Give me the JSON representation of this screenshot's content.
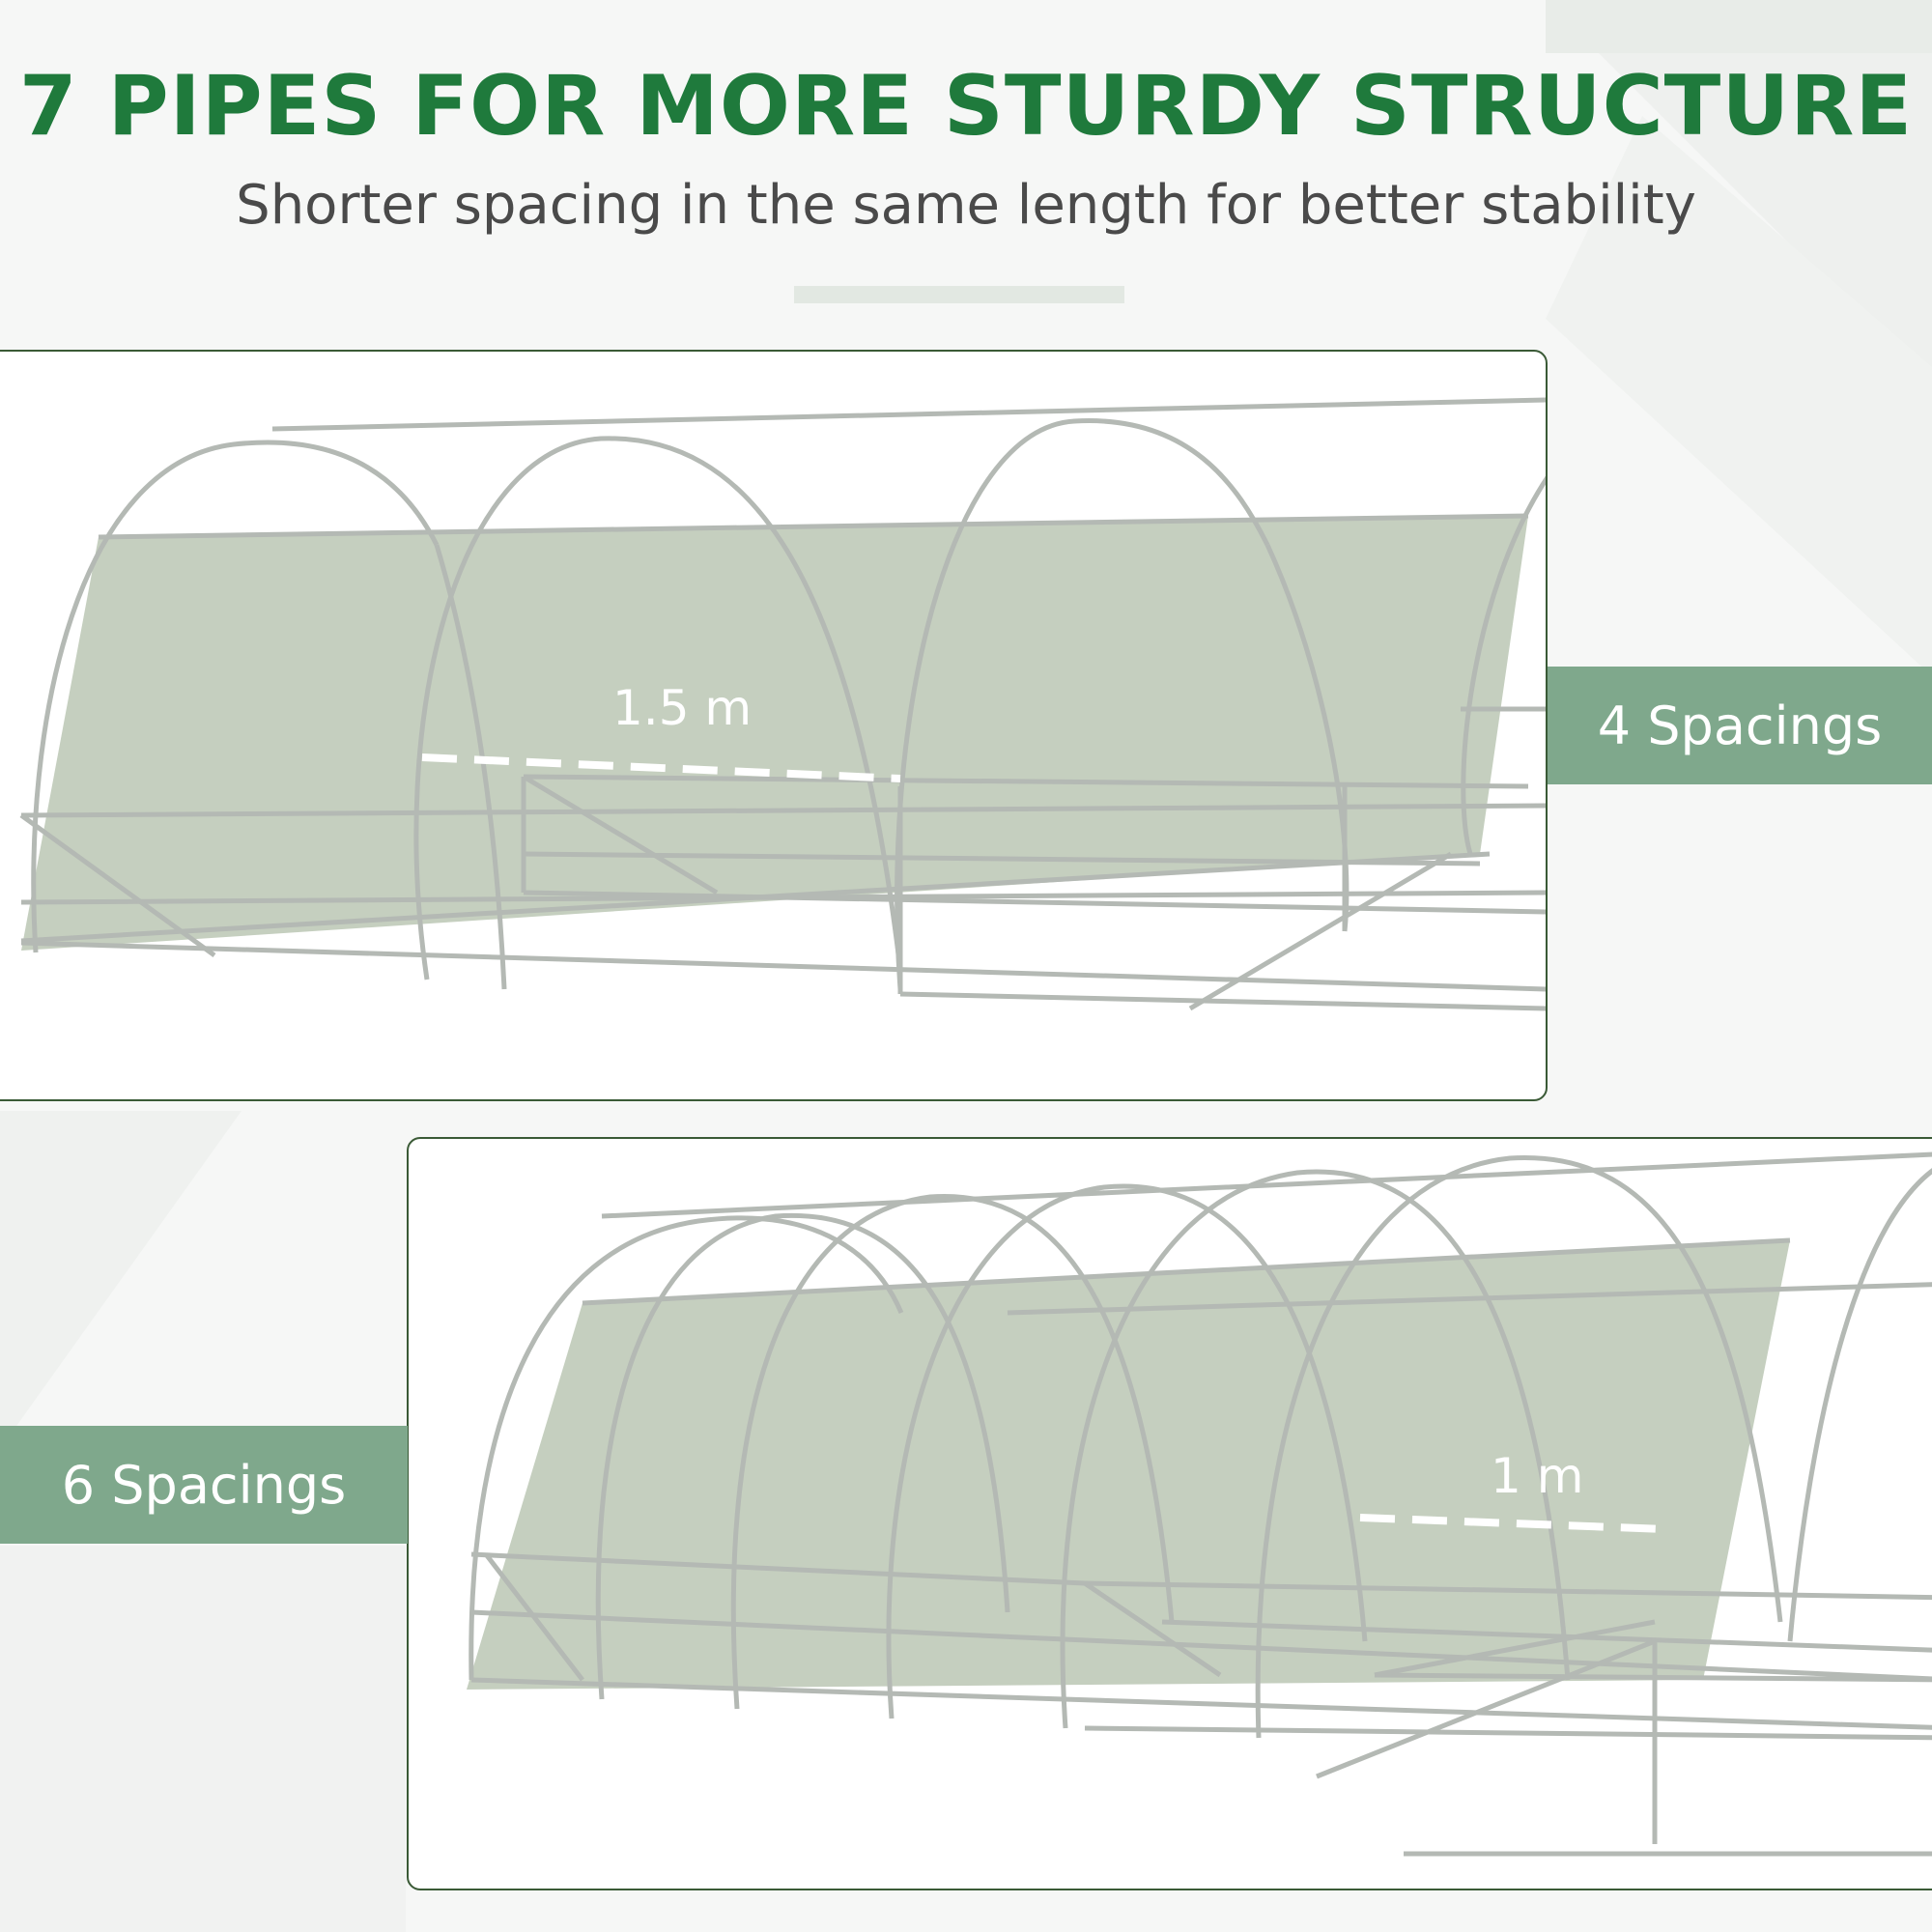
{
  "header": {
    "title": "7 PIPES FOR MORE STURDY STRUCTURE",
    "subtitle": "Shorter spacing in the same length for better stability"
  },
  "top_panel": {
    "badge_label": "4 Spacings",
    "dimension_label": "1.5 m"
  },
  "bottom_panel": {
    "badge_label": "6 Spacings",
    "dimension_label": "1 m"
  },
  "colors": {
    "title_green": "#1f7a3c",
    "badge_green": "#7fa88c",
    "cover_fill": "#c5cfbf",
    "frame_border": "#3a5a36"
  }
}
